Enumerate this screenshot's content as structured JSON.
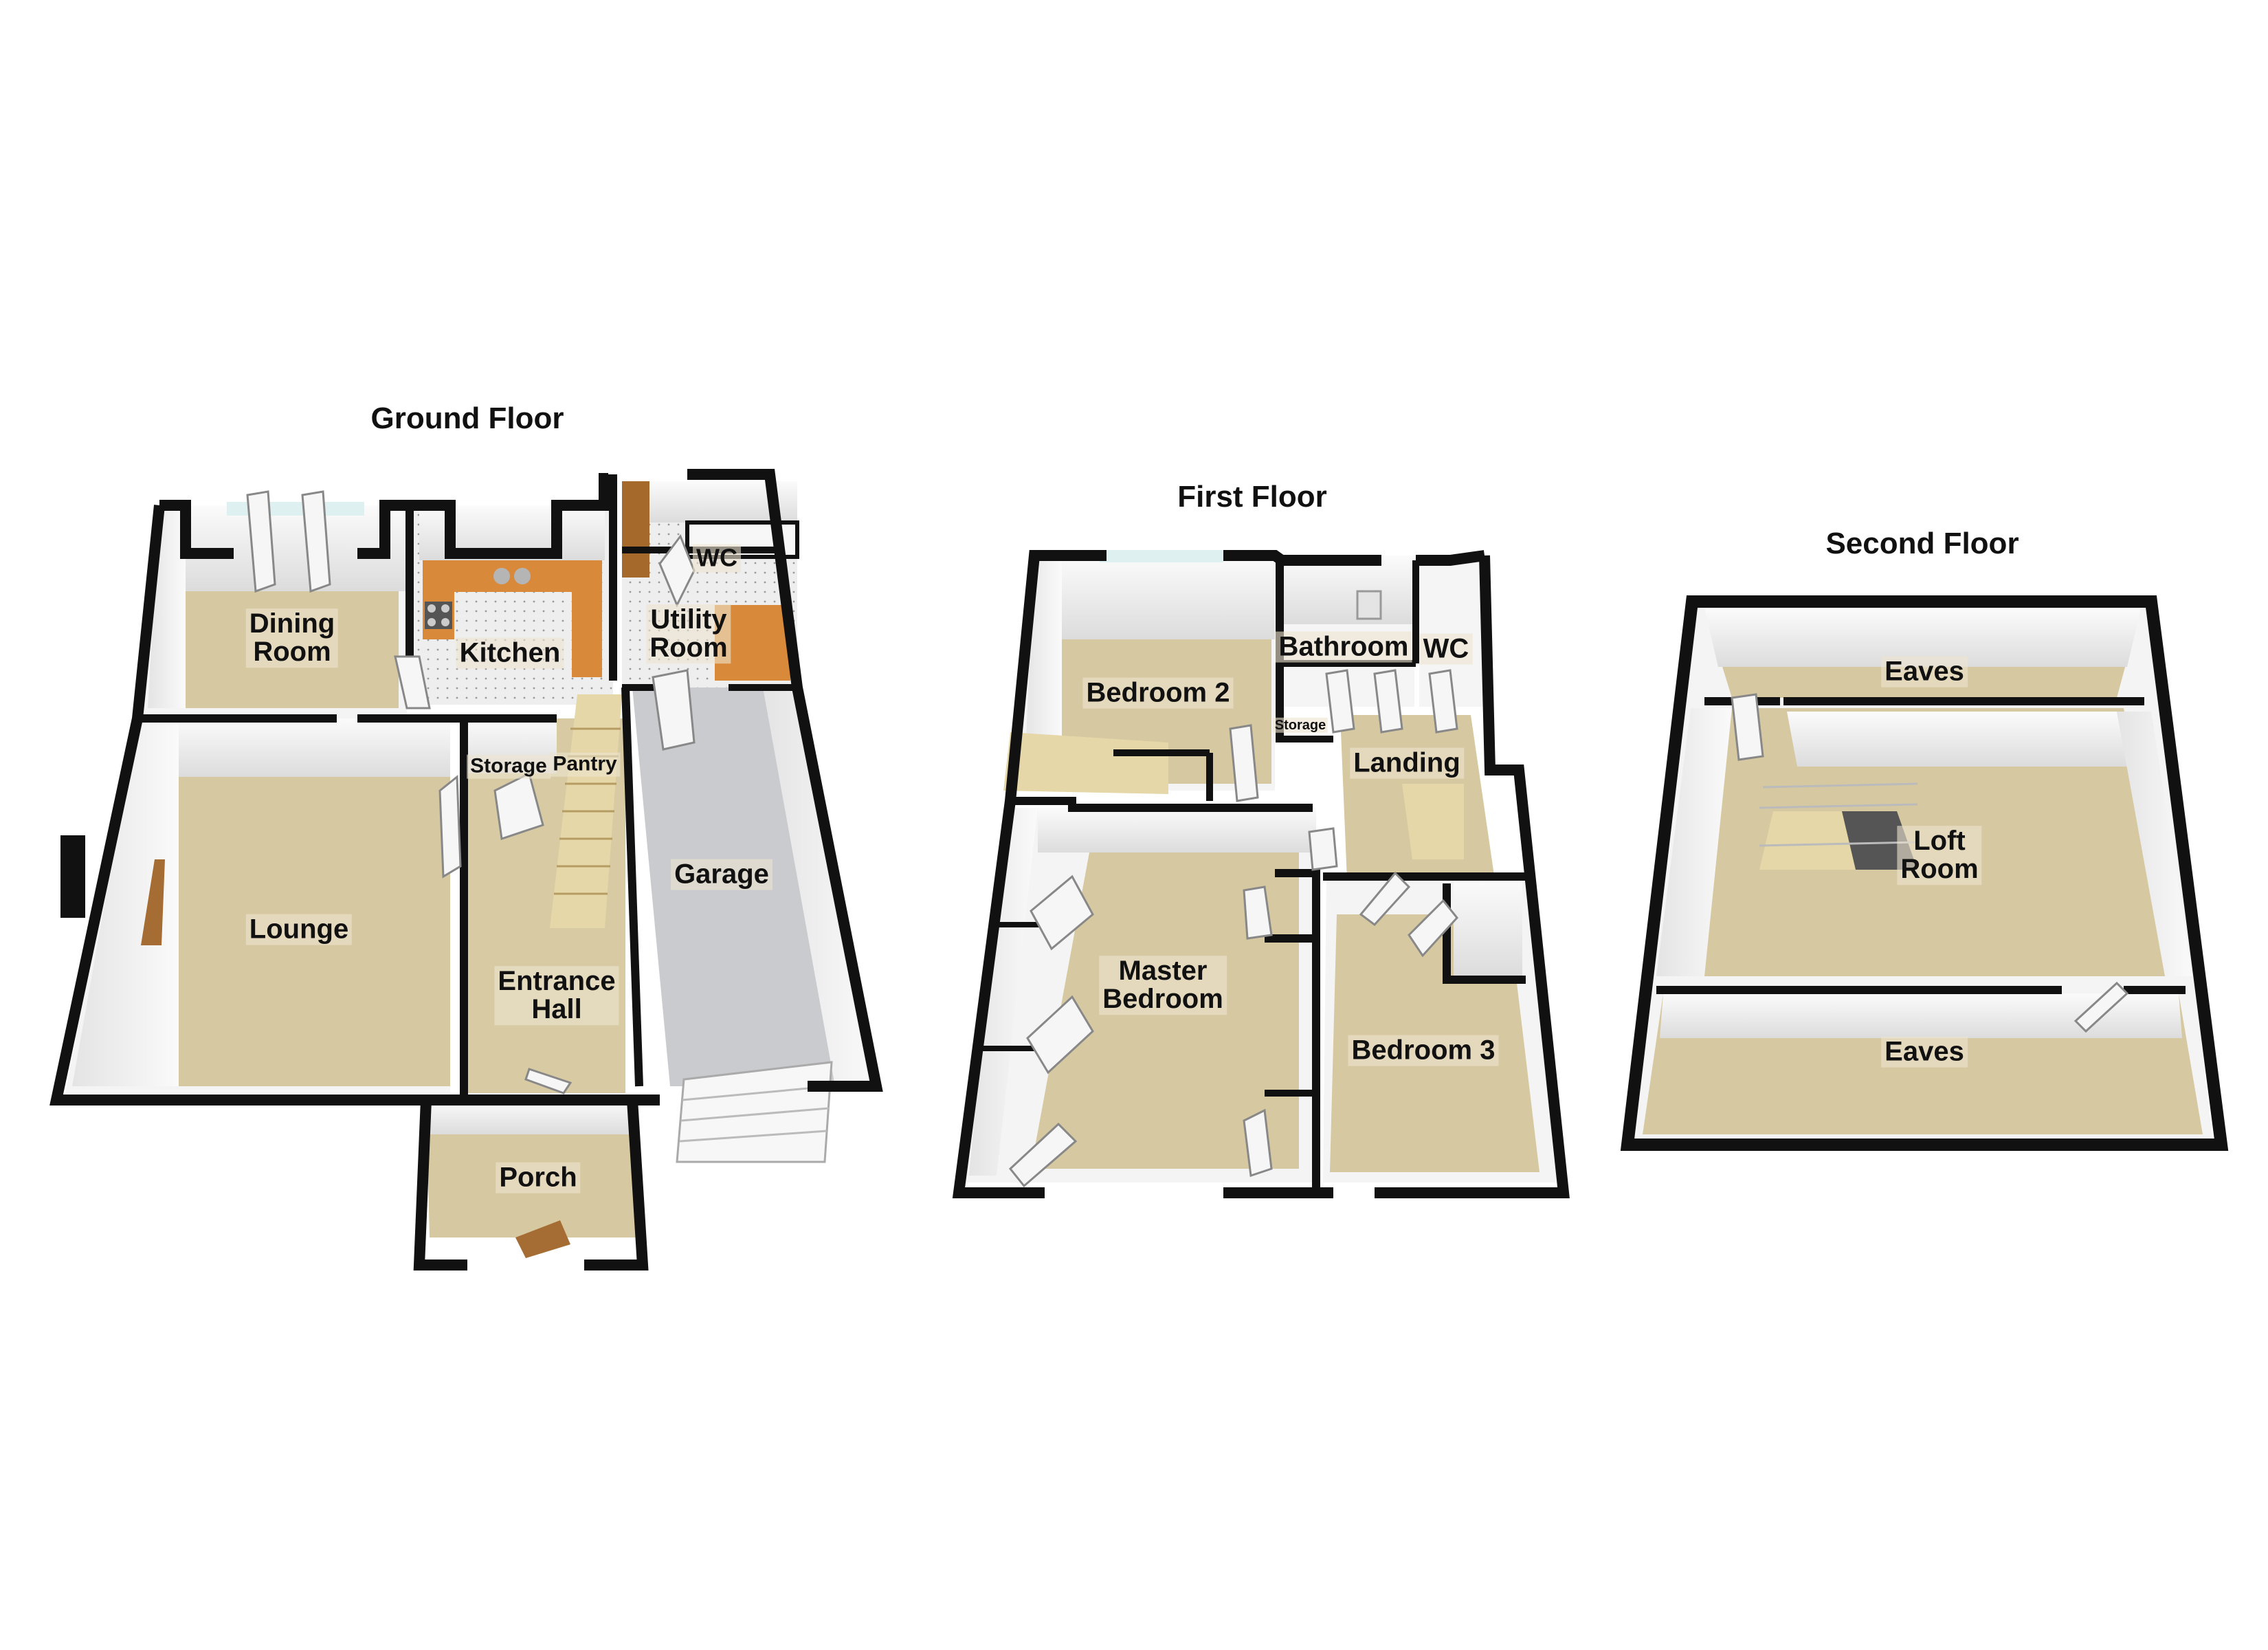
{
  "floors": [
    {
      "title": "Ground Floor",
      "rooms": {
        "dining_room": "Dining\nRoom",
        "kitchen": "Kitchen",
        "utility_room": "Utility\nRoom",
        "wc": "WC",
        "lounge": "Lounge",
        "storage": "Storage",
        "pantry": "Pantry",
        "garage": "Garage",
        "entrance_hall": "Entrance\nHall",
        "porch": "Porch"
      }
    },
    {
      "title": "First Floor",
      "rooms": {
        "bedroom_2": "Bedroom 2",
        "bathroom": "Bathroom",
        "wc": "WC",
        "storage": "Storage",
        "landing": "Landing",
        "master_bedroom": "Master\nBedroom",
        "bedroom_3": "Bedroom 3"
      }
    },
    {
      "title": "Second Floor",
      "rooms": {
        "eaves_top": "Eaves",
        "loft_room": "Loft\nRoom",
        "eaves_bottom": "Eaves"
      }
    }
  ],
  "colors": {
    "wall": "#111111",
    "carpet": "#d8cba4",
    "tile": "#e9e9e9",
    "garage_floor": "#c9cbcf",
    "worktop": "#d9893a",
    "wall_face": "#f2f2f2"
  }
}
